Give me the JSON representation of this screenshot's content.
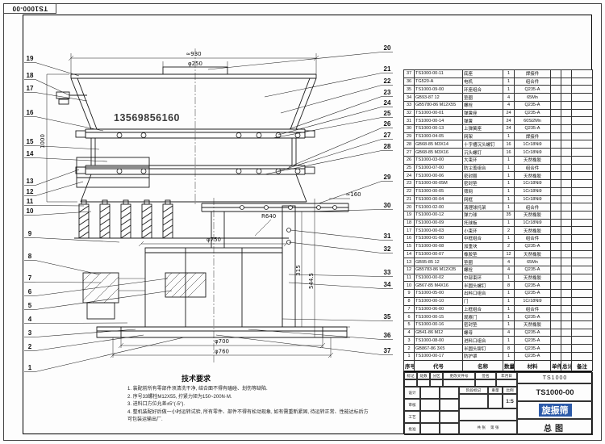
{
  "corner_label": "TS1000-00",
  "watermark_phone": "13569856160",
  "tech_requirements": {
    "title": "技术要求",
    "items": [
      "1. 装配前所有零部件须清洗干净, 结合面不得有磕碰、划伤等缺陷.",
      "2. 序号33螺栓M12X55, 拧紧力矩为150~200N·M.",
      "3. 进料口方位允差±5°(-5°).",
      "4. 整机装配好后做一小时运转试验, 所有零件、部件不得有松动现象, 如有需重新紧固, 待运转正常、性能达标后方可包装运输出厂."
    ]
  },
  "dimensions": {
    "top_width": "≈930",
    "inlet": "φ250",
    "base_dia": "φ750",
    "radius": "R640",
    "deck_len": "≈160",
    "h1": "315",
    "h2": "544.5",
    "bottom_d1": "φ700",
    "bottom_d2": "φ760",
    "left_h": "1000"
  },
  "balloons": {
    "left": [
      "19",
      "18",
      "17",
      "16",
      "15",
      "14",
      "13",
      "12",
      "11",
      "10",
      "9",
      "8",
      "7",
      "6",
      "5",
      "4",
      "3",
      "2",
      "1"
    ],
    "right": [
      "20",
      "21",
      "22",
      "23",
      "24",
      "25",
      "26",
      "27",
      "28",
      "29",
      "30",
      "31",
      "32",
      "33",
      "34",
      "35",
      "36",
      "37"
    ]
  },
  "parts_table": {
    "columns": [
      "序号",
      "代号",
      "名称",
      "数量",
      "材料",
      "单件",
      "总计",
      "备注"
    ],
    "rows": [
      [
        "37",
        "TS1000-00-11",
        "底座",
        "1",
        "焊接件",
        "",
        "",
        ""
      ],
      [
        "36",
        "TG520-A",
        "电机",
        "1",
        "组合件",
        "",
        "",
        ""
      ],
      [
        "35",
        "TS1000-09-00",
        "环座组合",
        "1",
        "Q235-A",
        "",
        "",
        ""
      ],
      [
        "34",
        "GB93-87 12",
        "垫圈",
        "4",
        "65Mn",
        "",
        "",
        ""
      ],
      [
        "33",
        "GB5780-86 M12X55",
        "螺栓",
        "4",
        "Q235-A",
        "",
        "",
        ""
      ],
      [
        "32",
        "TS1000-00-01",
        "弹簧座",
        "24",
        "Q235-A",
        "",
        "",
        ""
      ],
      [
        "31",
        "TS1000-00-14",
        "弹簧",
        "24",
        "60Si2Mn",
        "",
        "",
        ""
      ],
      [
        "30",
        "TS1000-00-13",
        "上弹簧座",
        "24",
        "Q235-A",
        "",
        "",
        ""
      ],
      [
        "29",
        "TS1000-04-05",
        "网架",
        "1",
        "焊接件",
        "",
        "",
        ""
      ],
      [
        "28",
        "GB68-85 M3X14",
        "十字槽沉头螺钉",
        "16",
        "1Cr18Ni9",
        "",
        "",
        ""
      ],
      [
        "27",
        "GB68-85 M3X16",
        "沉头螺钉",
        "16",
        "1Cr18Ni9",
        "",
        "",
        ""
      ],
      [
        "26",
        "TS1000-03-00",
        "大束环",
        "1",
        "天然橡胶",
        "",
        "",
        ""
      ],
      [
        "25",
        "TS1000-07-00",
        "防尘盖组合",
        "1",
        "组合件",
        "",
        "",
        ""
      ],
      [
        "24",
        "TS1000-00-06",
        "密封圈",
        "1",
        "天然橡胶",
        "",
        "",
        ""
      ],
      [
        "23",
        "TS1000-00-05M",
        "密封垫",
        "1",
        "1Cr18Ni9",
        "",
        "",
        ""
      ],
      [
        "22",
        "TS1000-00-05",
        "筛网",
        "1",
        "1Cr18Ni9",
        "",
        "",
        ""
      ],
      [
        "21",
        "TS1000-00-04",
        "网框",
        "1",
        "1Cr18Ni9",
        "",
        "",
        ""
      ],
      [
        "20",
        "TS1000-02-00",
        "清理球托架",
        "1",
        "组合件",
        "",
        "",
        ""
      ],
      [
        "19",
        "TS1000-00-12",
        "弹力球",
        "35",
        "天然橡胶",
        "",
        "",
        ""
      ],
      [
        "18",
        "TS1000-00-09",
        "托球板",
        "1",
        "1Cr18Ni9",
        "",
        "",
        ""
      ],
      [
        "17",
        "TS1000-00-03",
        "小束环",
        "2",
        "天然橡胶",
        "",
        "",
        ""
      ],
      [
        "16",
        "TS1000-01-00",
        "中框组合",
        "1",
        "组合件",
        "",
        "",
        ""
      ],
      [
        "15",
        "TS1000-00-08",
        "加重块",
        "2",
        "Q235-A",
        "",
        "",
        ""
      ],
      [
        "14",
        "TS1000-00-07",
        "橡胶垫",
        "12",
        "天然橡胶",
        "",
        "",
        ""
      ],
      [
        "13",
        "GB95-85 12",
        "垫圈",
        "4",
        "65Mn",
        "",
        "",
        ""
      ],
      [
        "12",
        "GB5783-86 M12X35",
        "螺栓",
        "4",
        "Q235-A",
        "",
        "",
        ""
      ],
      [
        "11",
        "TS1000-00-02",
        "中部束环",
        "1",
        "天然橡胶",
        "",
        "",
        ""
      ],
      [
        "10",
        "GB67-85 M4X16",
        "半圆头螺钉",
        "8",
        "Q235-A",
        "",
        "",
        ""
      ],
      [
        "9",
        "TS1000-05-00",
        "出料口组合",
        "1",
        "Q235-A",
        "",
        "",
        ""
      ],
      [
        "8",
        "TS1000-00-10",
        "门",
        "1",
        "1Cr18Ni9",
        "",
        "",
        ""
      ],
      [
        "7",
        "TS1000-06-00",
        "上框组合",
        "1",
        "组合件",
        "",
        "",
        ""
      ],
      [
        "6",
        "TS1000-00-15",
        "观察门",
        "1",
        "Q235-A",
        "",
        "",
        ""
      ],
      [
        "5",
        "TS1000-00-16",
        "密封垫",
        "1",
        "天然橡胶",
        "",
        "",
        ""
      ],
      [
        "4",
        "GB41-86 M12",
        "螺母",
        "4",
        "Q235-A",
        "",
        "",
        ""
      ],
      [
        "3",
        "TS1000-08-00",
        "进料口组合",
        "1",
        "Q235-A",
        "",
        "",
        ""
      ],
      [
        "2",
        "GB867-86 3X5",
        "半圆头铆钉",
        "8",
        "Q235-A",
        "",
        "",
        ""
      ],
      [
        "1",
        "TS1000-00-17",
        "防护罩",
        "1",
        "Q235-A",
        "",
        "",
        ""
      ]
    ]
  },
  "title_block": {
    "model": "TS1000",
    "drawing_no": "TS1000-00",
    "product_name": "旋振筛",
    "sheet_title": "总图",
    "scale": "1:5",
    "labels": {
      "mark": "标记",
      "count": "处数",
      "zone": "分区",
      "doc_no": "更改文件号",
      "sign": "签名",
      "date": "年月日",
      "design": "设计",
      "check": "审核",
      "process": "工艺",
      "approve": "批准",
      "stage": "阶段标记",
      "weight": "重量",
      "scale_label": "比例",
      "sheets_total": "共 张",
      "sheet_no": "第 张"
    }
  }
}
